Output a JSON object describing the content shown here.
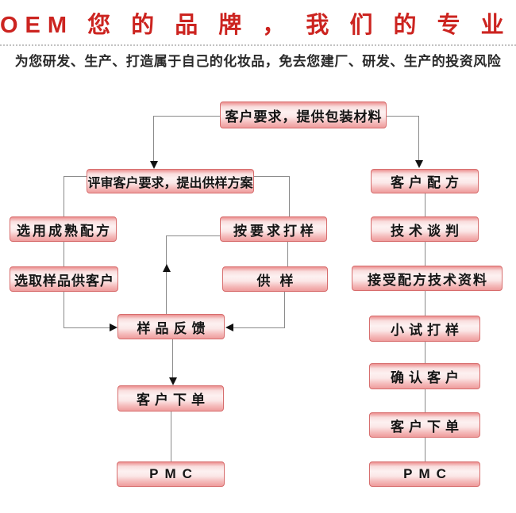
{
  "header": {
    "title": "OEM 您 的 品 牌 ， 我 们 的 专 业 技 术",
    "subtitle": "为您研发、生产、打造属于自己的化妆品，免去您建厂、研发、生产的投资风险"
  },
  "colors": {
    "title_red": "#cc2420",
    "node_border": "#d76e6e",
    "node_fill_top": "#ec8f8f",
    "node_fill_light": "#fdf1f1",
    "node_fill_bottom": "#ee9c9c",
    "connector_gray": "#8a8a8a",
    "arrow_black": "#111111",
    "text_black": "#151515"
  },
  "flowchart": {
    "nodes": {
      "request": "客户要求，提供包装材料",
      "review": "评审客户要求，提出供样方案",
      "mature_formula": "选用成熟配方",
      "pick_samples": "选取样品供客户",
      "make_sample": "按要求打样",
      "supply_sample": "供样",
      "sample_feedback": "样品反馈",
      "customer_order_left": "客户下单",
      "pmc_left": "PMC",
      "customer_formula": "客户配方",
      "tech_negotiation": "技术谈判",
      "accept_formula_docs": "接受配方技术资料",
      "trial_sample": "小试打样",
      "confirm_customer": "确认客户",
      "customer_order_right": "客户下单",
      "pmc_right": "PMC"
    }
  }
}
